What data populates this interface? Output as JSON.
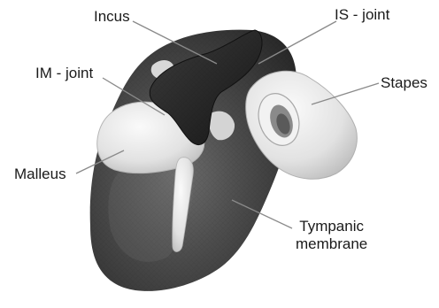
{
  "labels": {
    "incus": "Incus",
    "is_joint": "IS - joint",
    "im_joint": "IM - joint",
    "stapes": "Stapes",
    "malleus": "Malleus",
    "tympanic_line1": "Tympanic",
    "tympanic_line2": "membrane"
  },
  "colors": {
    "membrane": "#3f3f3f",
    "membrane_dark": "#2a2a2a",
    "incus": "#2c2c2c",
    "bone_light": "#ececec",
    "bone_shade": "#c9c9c9",
    "leader_line": "#8a8a8a"
  }
}
